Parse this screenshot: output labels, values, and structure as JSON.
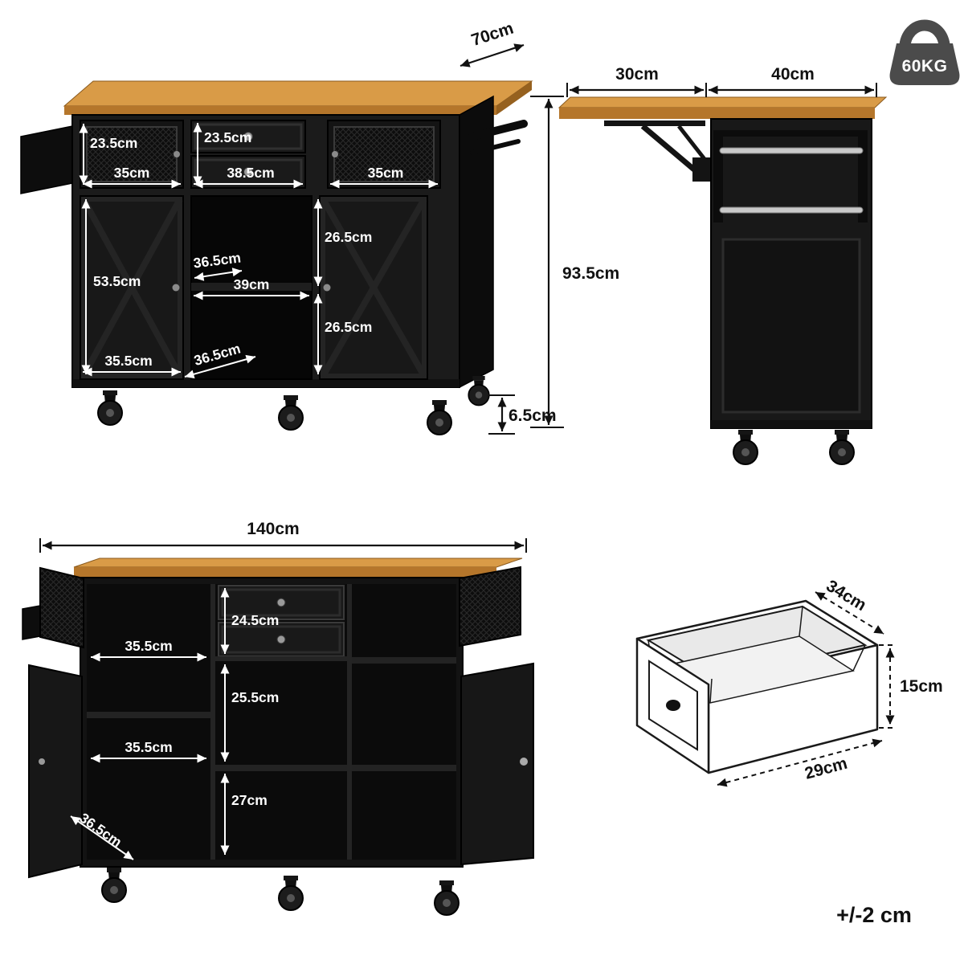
{
  "page": {
    "tolerance_note": "+/-2 cm"
  },
  "weight_badge": {
    "label": "60KG"
  },
  "front_view": {
    "top_depth": "70cm",
    "left_door_height": "23.5cm",
    "left_door_width": "35cm",
    "drawers_height": "23.5cm",
    "drawers_width": "38.5cm",
    "right_door_width": "35cm",
    "lower_door_height": "53.5cm",
    "lower_door_width": "35.5cm",
    "middle_shelf_depth": "36.5cm",
    "middle_width": "39cm",
    "middle_upper_height": "26.5cm",
    "middle_lower_height": "26.5cm",
    "bottom_shelf_depth": "36.5cm",
    "total_height": "93.5cm",
    "caster_height": "6.5cm"
  },
  "side_view": {
    "leaf_depth": "30cm",
    "top_depth": "40cm"
  },
  "open_view": {
    "total_width": "140cm",
    "drawer_inner_height": "24.5cm",
    "left_shelf_width_upper": "35.5cm",
    "left_shelf_width_lower": "35.5cm",
    "middle_upper_height": "25.5cm",
    "middle_lower_height": "27cm",
    "bottom_shelf_depth": "36.5cm"
  },
  "drawer_view": {
    "width": "34cm",
    "height": "15cm",
    "depth": "29cm"
  }
}
